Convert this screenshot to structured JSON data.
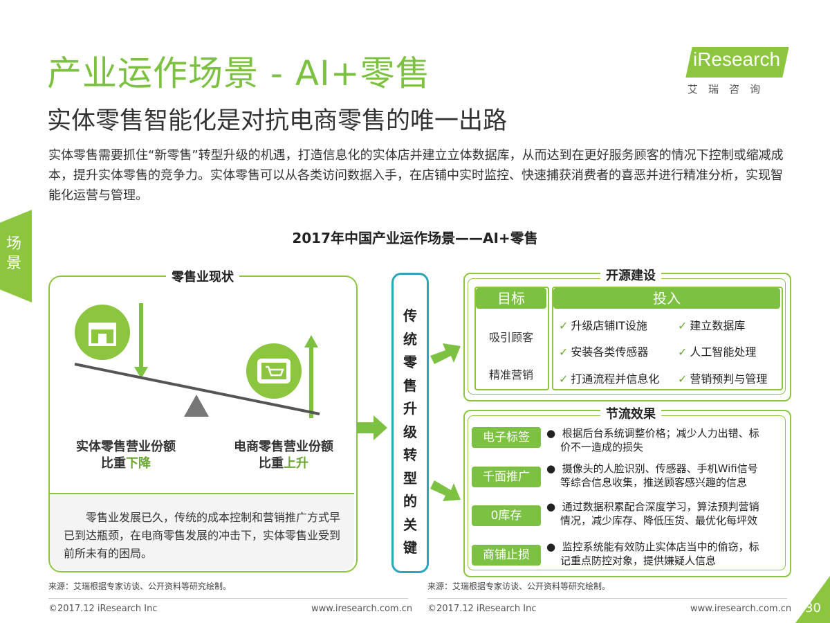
{
  "header": {
    "title": "产业运作场景 - AI+零售",
    "subtitle": "实体零售智能化是对抗电商零售的唯一出路",
    "intro": "实体零售需要抓住“新零售”转型升级的机遇，打造信息化的实体店并建立立体数据库，从而达到在更好服务顾客的情况下控制或缩减成本，提升实体零售的竞争力。实体零售可以从各类访问数据入手，在店铺中实时监控、快速捕获消费者的喜恶并进行精准分析，实现智能化运营与管理。"
  },
  "logo": {
    "word": "iResearch",
    "cn": "艾瑞咨询"
  },
  "side_tab": {
    "label": "场景"
  },
  "diagram": {
    "title": "2017年中国产业运作场景——AI+零售",
    "status": {
      "label": "零售业现状",
      "left_caption_line1": "实体零售营业份额",
      "left_caption_line2_prefix": "比重",
      "left_caption_line2_highlight": "下降",
      "right_caption_line1": "电商零售营业份额",
      "right_caption_line2_prefix": "比重",
      "right_caption_line2_highlight": "上升",
      "description": "零售业发展已久，传统的成本控制和营销推广方式早已到达瓶颈，在电商零售发展的冲击下，实体零售业受到前所未有的困局。"
    },
    "center": {
      "text": [
        "传",
        "统",
        "零",
        "售",
        "升",
        "级",
        "转",
        "型",
        "的",
        "关",
        "键"
      ]
    },
    "open_source": {
      "label": "开源建设",
      "goal_header": "目标",
      "goals": [
        "吸引顾客",
        "精准营销"
      ],
      "invest_header": "投入",
      "investments": [
        "升级店铺IT设施",
        "建立数据库",
        "安装各类传感器",
        "人工智能处理",
        "打通流程并信息化",
        "营销预判与管理"
      ]
    },
    "throttle": {
      "label": "节流效果",
      "items": [
        {
          "tag": "电子标签",
          "line1": "根据后台系统调整价格；减少人力出错、标",
          "line2": "价不一造成的损失"
        },
        {
          "tag": "千面推广",
          "line1": "摄像头的人脸识别、传感器、手机Wifi信号",
          "line2": "等综合信息收集，推送顾客感兴趣的信息"
        },
        {
          "tag": "0库存",
          "line1": "通过数据积累配合深度学习，算法预判营销",
          "line2": "情况，减少库存、降低压货、最优化每坪效"
        },
        {
          "tag": "商铺止损",
          "line1": "监控系统能有效防止实体店当中的偷窃，标",
          "line2": "记重点防控对象，提供嫌疑人信息"
        }
      ]
    }
  },
  "footer": {
    "source_left": "来源：艾瑞根据专家访谈、公开资料等研究绘制。",
    "source_right": "来源：艾瑞根据专家访谈、公开资料等研究绘制。",
    "copyright_left": "©2017.12 iResearch Inc",
    "url_left": "www.iresearch.com.cn",
    "copyright_right": "©2017.12 iResearch Inc",
    "url_right": "www.iresearch.com.cn",
    "page_number": "30"
  },
  "colors": {
    "brand_green": "#8cc63f",
    "accent_green": "#7dc142",
    "teal": "#2aa6b8"
  }
}
